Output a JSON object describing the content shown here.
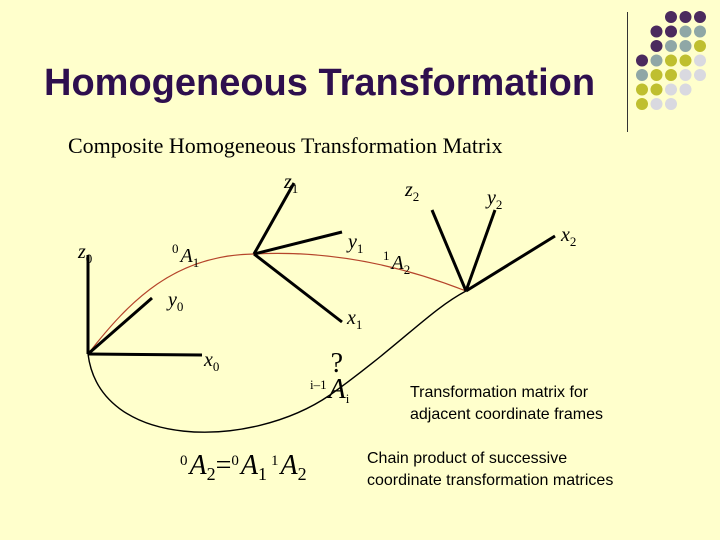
{
  "slide": {
    "title": "Homogeneous Transformation",
    "subtitle": "Composite Homogeneous Transformation Matrix"
  },
  "colors": {
    "background": "#FFFFCC",
    "title": "#2E0F4E",
    "dot_purple": "#4B2A5E",
    "dot_teal": "#8FA7A6",
    "dot_olive": "#BFBF2F",
    "dot_gray": "#D9D9E0",
    "path_red": "#B5452B"
  },
  "labels": {
    "z1": "z",
    "z1_sub": "1",
    "z2": "z",
    "z2_sub": "2",
    "y2": "y",
    "y2_sub": "2",
    "x2": "x",
    "x2_sub": "2",
    "y1": "y",
    "y1_sub": "1",
    "x1": "x",
    "x1_sub": "1",
    "z0": "z",
    "z0_sub": "0",
    "y0": "y",
    "y0_sub": "0",
    "x0": "x",
    "x0_sub": "0",
    "A01_sup": "0",
    "A01": "A",
    "A01_sub": "1",
    "A12_sup": "1",
    "A12": "A",
    "A12_sub": "2",
    "Ai_sup": "i–1",
    "Ai": "A",
    "Ai_sub": "i",
    "Ai_mark": "?"
  },
  "notes": {
    "adjacent_line1": "Transformation matrix for",
    "adjacent_line2": "adjacent coordinate frames",
    "chain_line1": "Chain product of successive",
    "chain_line2": "coordinate transformation matrices"
  },
  "equation": {
    "lhs_sup": "0",
    "lhs": "A",
    "lhs_sub": "2",
    "equals": "=",
    "t1_sup": "0",
    "t1": "A",
    "t1_sub": "1",
    "t2_sup": "1",
    "t2": "A",
    "t2_sub": "2"
  }
}
